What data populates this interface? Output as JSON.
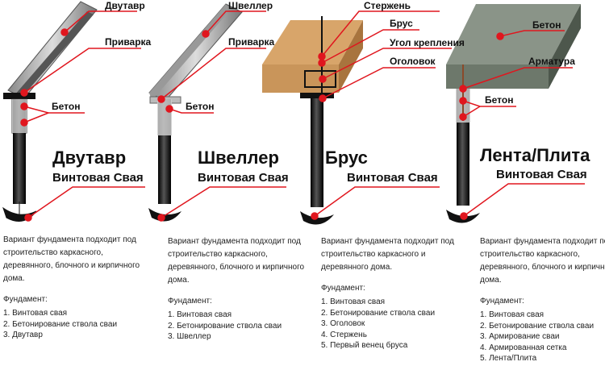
{
  "colors": {
    "accent": "#e0161e",
    "pile": "#1a1a1a",
    "wood": "#c9955a",
    "concrete": "#6d786b"
  },
  "columns": [
    {
      "title": "Двутавр",
      "subtitle": "Винтовая Свая",
      "callouts": [
        "Двутавр",
        "Приварка",
        "Бетон"
      ],
      "description": "Вариант фундамента подходит под строительство каркасного, деревянного, блочного и кирпичного дома.",
      "list_title": "Фундамент:",
      "items": [
        "1. Винтовая свая",
        "2. Бетонирование ствола сваи",
        "3. Двутавр"
      ]
    },
    {
      "title": "Швеллер",
      "subtitle": "Винтовая Свая",
      "callouts": [
        "Швеллер",
        "Приварка",
        "Бетон"
      ],
      "description": "Вариант фундамента подходит под строительство каркасного, деревянного, блочного и кирпичного дома.",
      "list_title": "Фундамент:",
      "items": [
        "1. Винтовая свая",
        "2. Бетонирование ствола сваи",
        "3. Швеллер"
      ]
    },
    {
      "title": "Брус",
      "subtitle": "Винтовая Свая",
      "callouts": [
        "Стержень",
        "Брус",
        "Угол крепления",
        "Оголовок"
      ],
      "description": "Вариант фундамента подходит под строительство каркасного и деревянного дома.",
      "list_title": "Фундамент:",
      "items": [
        "1. Винтовая свая",
        "2. Бетонирование ствола сваи",
        "3. Оголовок",
        "4. Стержень",
        "5. Первый венец бруса"
      ]
    },
    {
      "title": "Лента/Плита",
      "subtitle": "Винтовая Свая",
      "callouts": [
        "Бетон",
        "Арматура",
        "Бетон"
      ],
      "description": "Вариант фундамента подходит под строительство каркасного, деревянного, блочного и кирпичного дома.",
      "list_title": "Фундамент:",
      "items": [
        "1. Винтовая свая",
        "2. Бетонирование ствола сваи",
        "3. Армирование сваи",
        "4. Армированная сетка",
        "5. Лента/Плита"
      ]
    }
  ]
}
